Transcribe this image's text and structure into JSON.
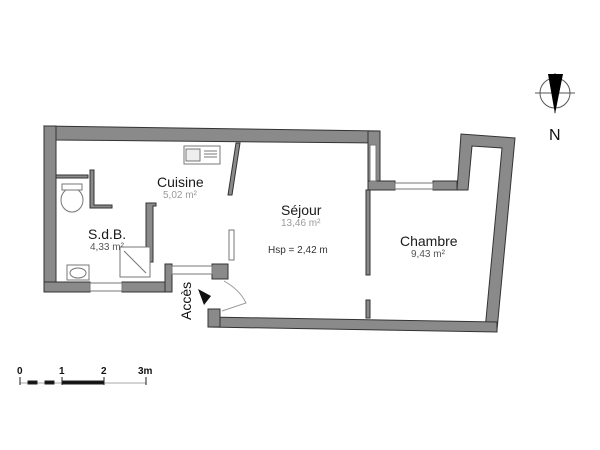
{
  "plan": {
    "rooms": [
      {
        "name": "Cuisine",
        "area": "5,02 m²"
      },
      {
        "name": "S.d.B.",
        "area": "4,33 m²"
      },
      {
        "name": "Séjour",
        "area": "13,46 m²",
        "height": "Hsp = 2,42 m"
      },
      {
        "name": "Chambre",
        "area": "9,43 m²"
      }
    ],
    "entrance": "Accès"
  },
  "compass": {
    "label": "N"
  },
  "scale_bar": {
    "ticks": [
      "0",
      "1",
      "2",
      "3m"
    ]
  },
  "colors": {
    "wall": "#8a8a8a",
    "wall_edge": "#333333",
    "background": "#ffffff"
  }
}
